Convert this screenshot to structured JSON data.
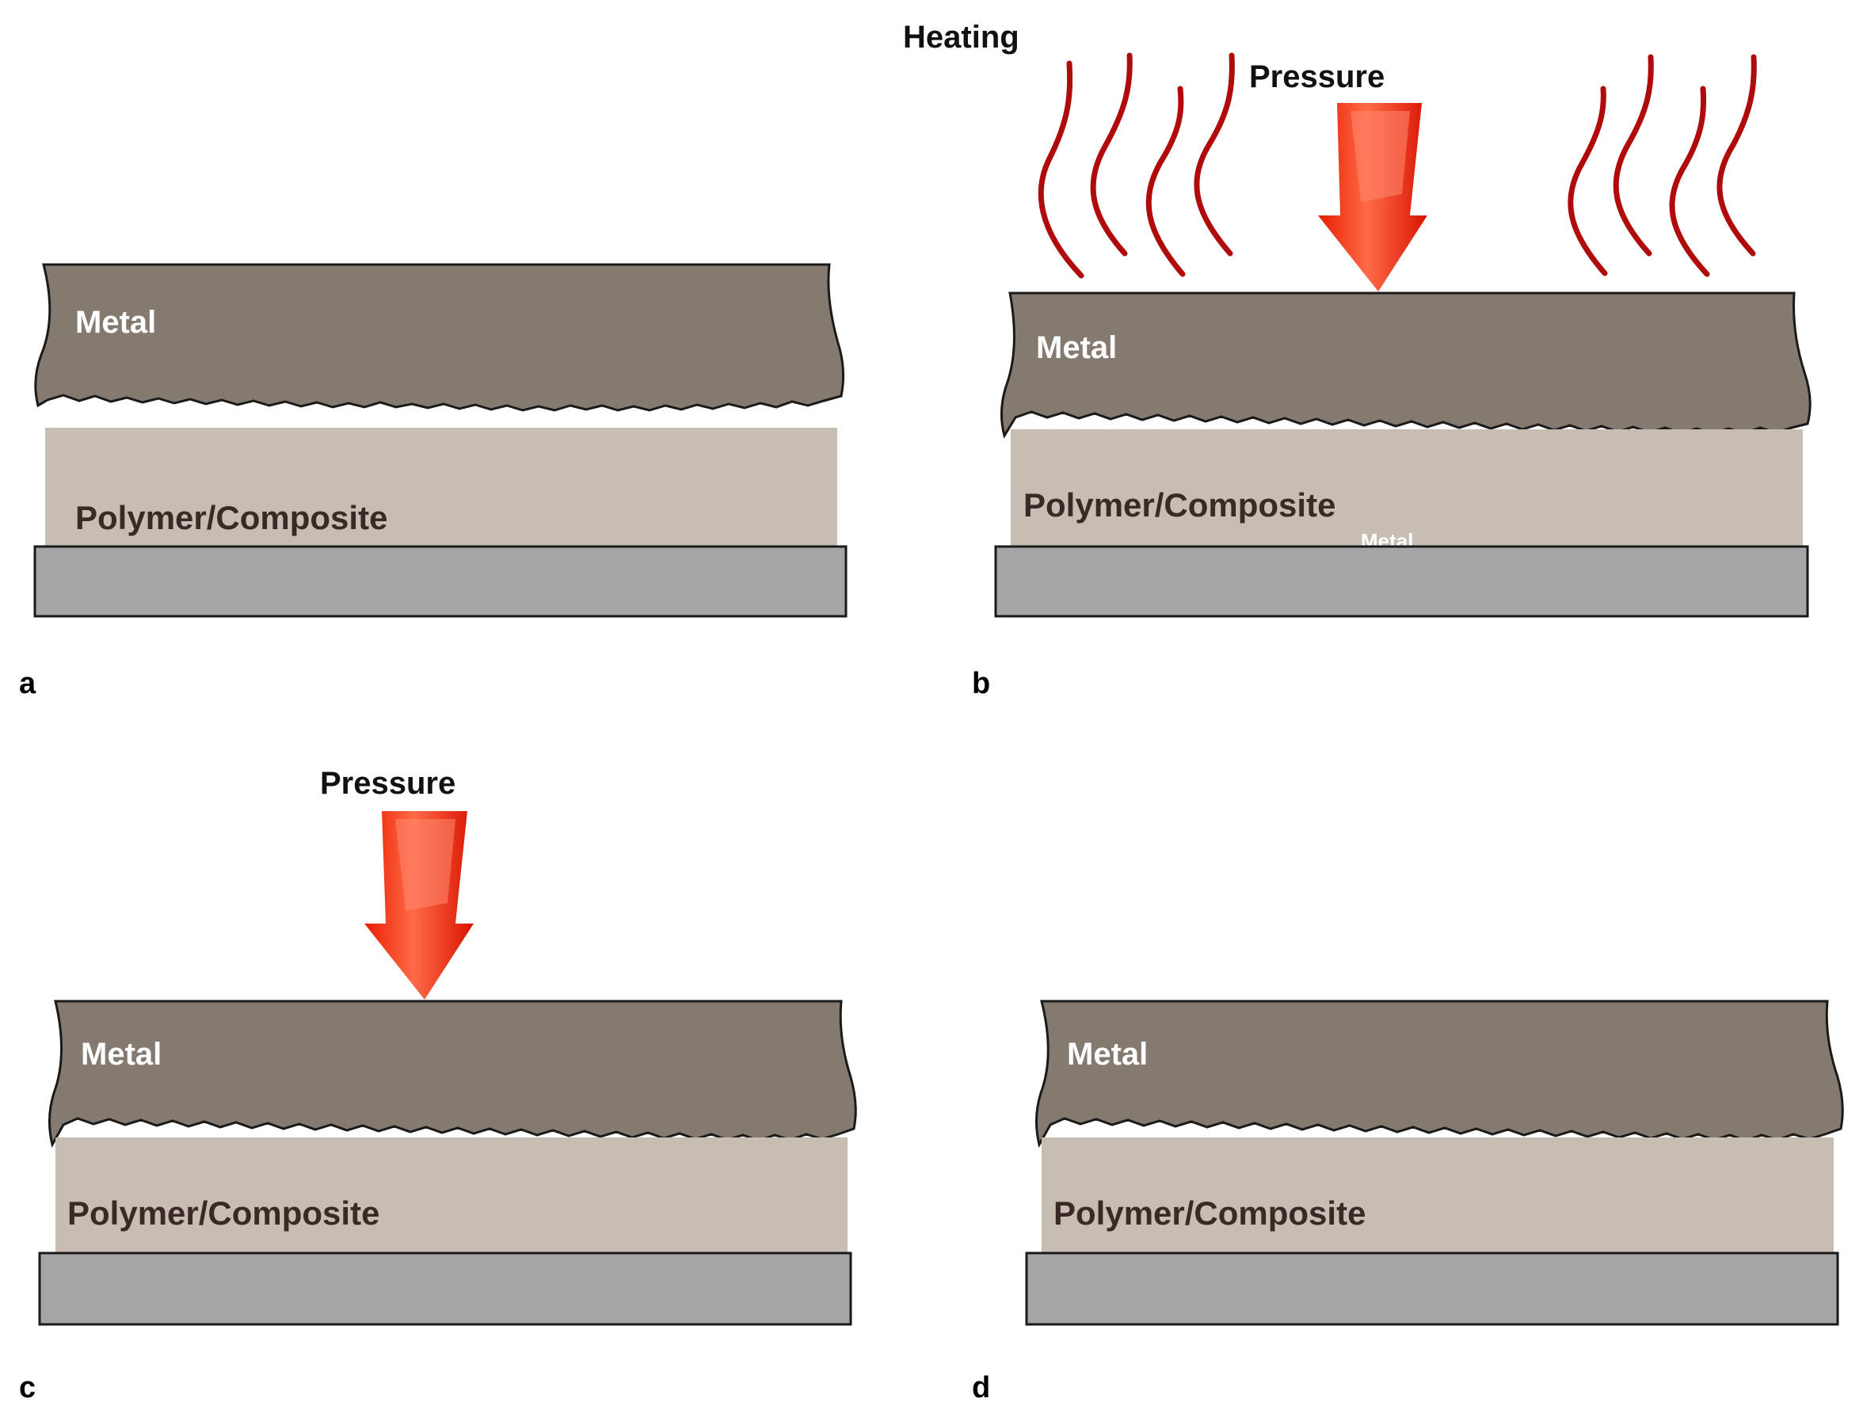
{
  "colors": {
    "metal": "#857a70",
    "polymer": "#c8bdb2",
    "substrate": "#a5a5a5",
    "outline": "#1a1a1a",
    "heat_wave": "#b00a0a",
    "arrow_light": "#ff5a3c",
    "arrow_dark": "#e01800"
  },
  "icons": {
    "pressure_arrow": "down-arrow-icon",
    "heat_wave": "heat-wave-icon"
  },
  "panels": [
    {
      "id": "a",
      "letter": "a",
      "metal_label": "Metal",
      "polymer_label": "Polymer/Composite"
    },
    {
      "id": "b",
      "letter": "b",
      "metal_label": "Metal",
      "polymer_label": "Polymer/Composite",
      "heating_label": "Heating",
      "pressure_label": "Pressure",
      "ghost_label": "Metal"
    },
    {
      "id": "c",
      "letter": "c",
      "metal_label": "Metal",
      "polymer_label": "Polymer/Composite",
      "pressure_label": "Pressure"
    },
    {
      "id": "d",
      "letter": "d",
      "metal_label": "Metal",
      "polymer_label": "Polymer/Composite"
    }
  ]
}
